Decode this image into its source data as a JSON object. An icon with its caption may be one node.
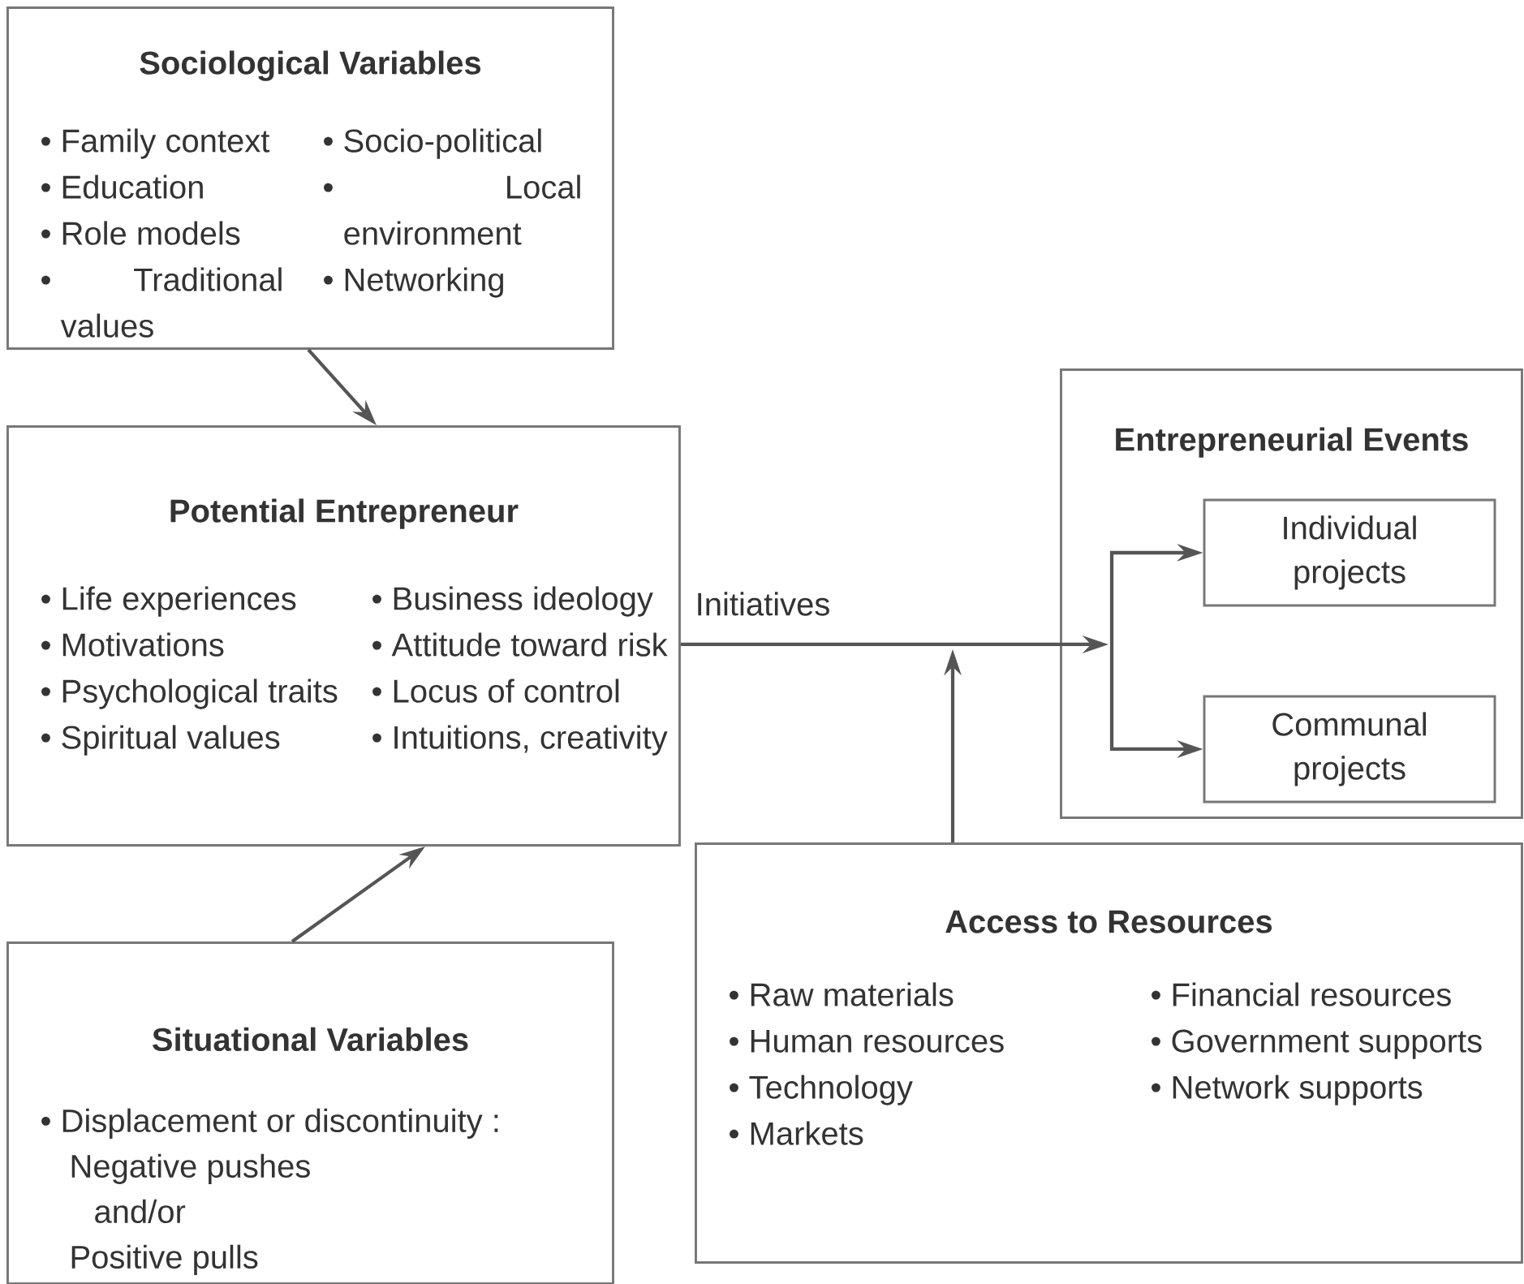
{
  "diagram": {
    "nodes": [
      {
        "text": [
          "Sociological Variables",
          "• Family context",
          "• Education",
          "• Role models",
          "• Traditional values",
          "• Socio-political",
          "• Local environment",
          "• Networking"
        ]
      },
      {
        "text": [
          "Potential Entrepreneur",
          "• Life experiences",
          "• Motivations",
          "• Psychological traits",
          "• Spiritual values",
          "• Business ideology",
          "• Attitude toward risk",
          "• Locus of control",
          "• Intuitions, creativity"
        ]
      },
      {
        "text": [
          "Situational Variables",
          "• Displacement or discontinuity :",
          "Negative pushes",
          "and/or",
          "Positive pulls"
        ]
      },
      {
        "text": [
          "Entrepreneurial Events"
        ]
      },
      {
        "text": [
          "Individual projects"
        ],
        "in": 3
      },
      {
        "text": [
          "Communal projects"
        ],
        "in": 3
      },
      {
        "text": [
          "Access to Resources",
          "• Raw materials",
          "• Human resources",
          "• Technology",
          "• Markets",
          "• Financial resources",
          "• Government supports",
          "• Network supports"
        ]
      }
    ],
    "edges": [
      {
        "from": 0,
        "to": 1,
        "arrow": "to"
      },
      {
        "from": 2,
        "to": 1,
        "arrow": "to"
      },
      {
        "from": 1,
        "to": 3,
        "arrow": "to",
        "label": "Initiatives"
      },
      {
        "from": 6,
        "to": null,
        "arrow": "to"
      },
      {
        "from": 3,
        "to": 4,
        "arrow": "to"
      },
      {
        "from": 3,
        "to": 5,
        "arrow": "to"
      }
    ]
  }
}
